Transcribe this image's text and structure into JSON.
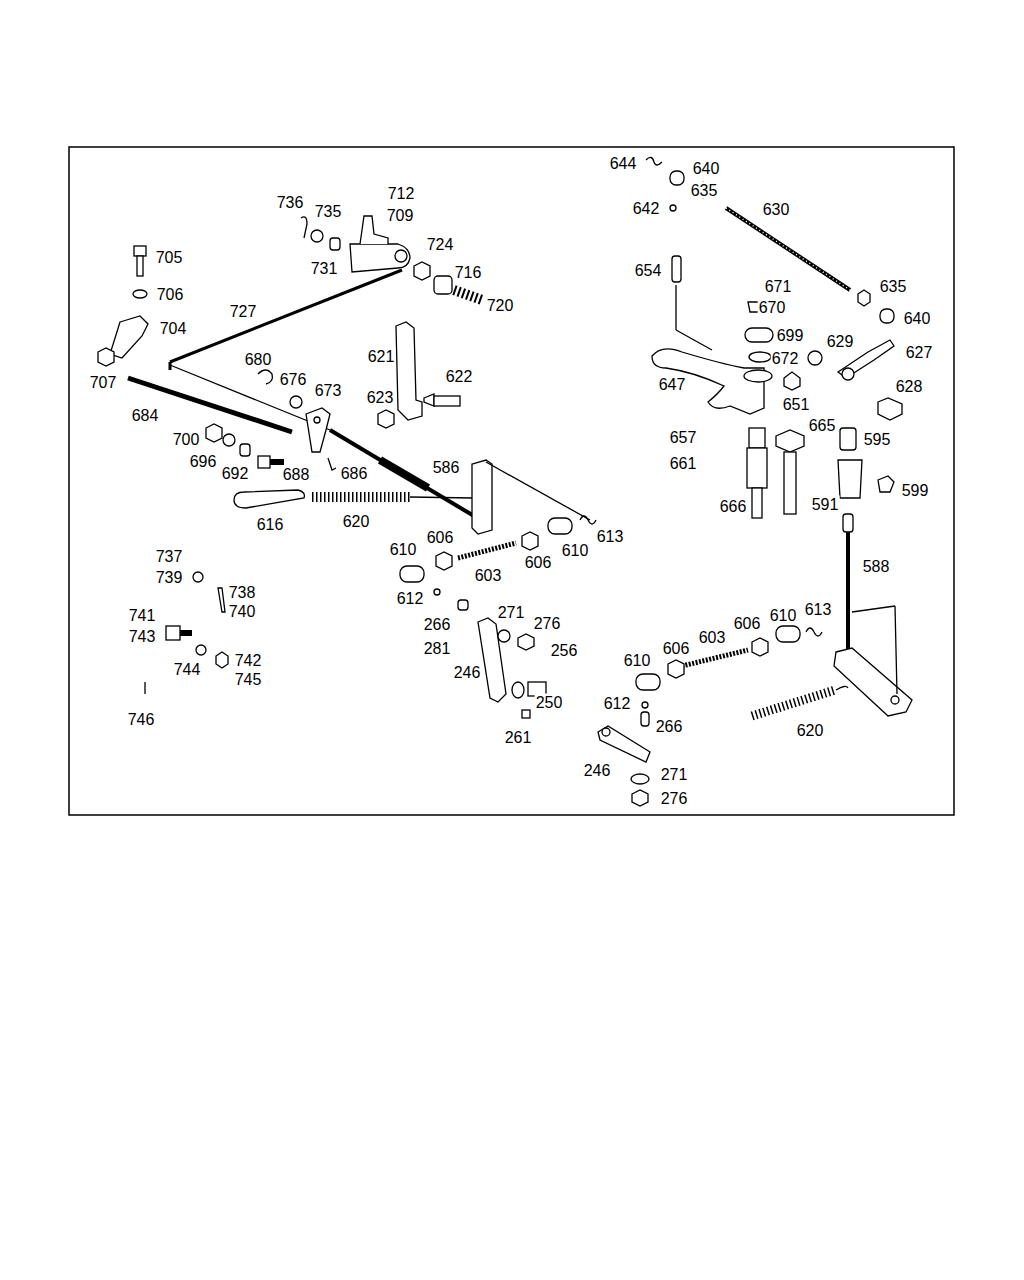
{
  "diagram": {
    "labels": [
      "644",
      "640",
      "635",
      "642",
      "630",
      "654",
      "671",
      "670",
      "635",
      "640",
      "699",
      "629",
      "627",
      "672",
      "647",
      "628",
      "651",
      "665",
      "595",
      "657",
      "661",
      "599",
      "666",
      "591",
      "588",
      "613",
      "606",
      "610",
      "603",
      "606",
      "610",
      "612",
      "266",
      "620",
      "246",
      "271",
      "276",
      "736",
      "712",
      "735",
      "709",
      "705",
      "724",
      "731",
      "716",
      "720",
      "706",
      "727",
      "704",
      "621",
      "680",
      "676",
      "673",
      "622",
      "623",
      "707",
      "684",
      "700",
      "696",
      "692",
      "688",
      "686",
      "586",
      "616",
      "620",
      "610",
      "606",
      "603",
      "606",
      "610",
      "613",
      "737",
      "739",
      "738",
      "740",
      "612",
      "271",
      "741",
      "743",
      "276",
      "266",
      "281",
      "256",
      "742",
      "745",
      "744",
      "246",
      "250",
      "746",
      "261"
    ]
  }
}
